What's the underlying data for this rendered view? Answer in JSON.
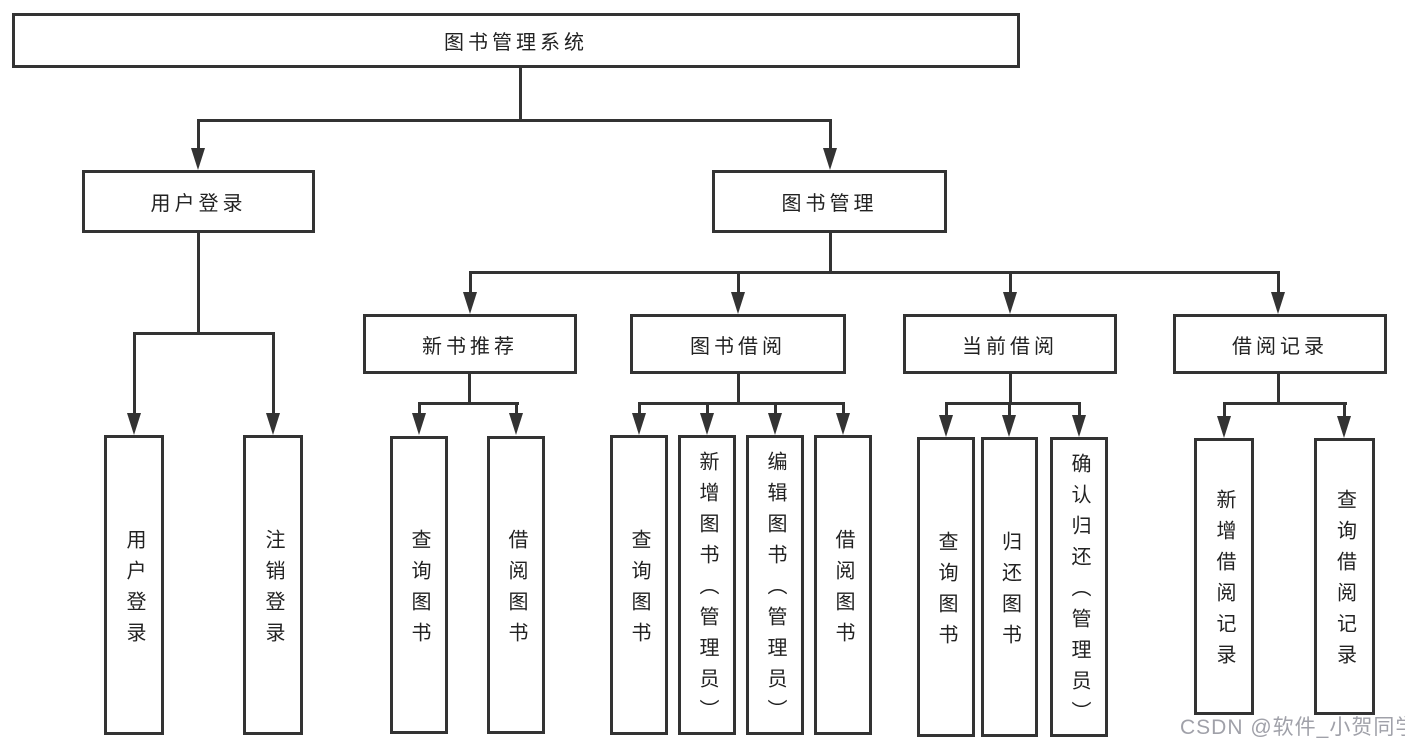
{
  "tree": {
    "root": {
      "label": "图书管理系统"
    },
    "branches": [
      {
        "label": "用户登录",
        "children": [
          {
            "label": "用户登录"
          },
          {
            "label": "注销登录"
          }
        ]
      },
      {
        "label": "图书管理",
        "children": [
          {
            "label": "新书推荐",
            "children": [
              {
                "label": "查询图书"
              },
              {
                "label": "借阅图书"
              }
            ]
          },
          {
            "label": "图书借阅",
            "children": [
              {
                "label": "查询图书"
              },
              {
                "label": "新增图书（管理员）"
              },
              {
                "label": "编辑图书（管理员）"
              },
              {
                "label": "借阅图书"
              }
            ]
          },
          {
            "label": "当前借阅",
            "children": [
              {
                "label": "查询图书"
              },
              {
                "label": "归还图书"
              },
              {
                "label": "确认归还（管理员）"
              }
            ]
          },
          {
            "label": "借阅记录",
            "children": [
              {
                "label": "新增借阅记录"
              },
              {
                "label": "查询借阅记录"
              }
            ]
          }
        ]
      }
    ]
  },
  "watermark": {
    "text": "CSDN @软件_小贺同学"
  },
  "colors": {
    "line": "#333333",
    "text": "#222222",
    "watermark": "#a0a1a9",
    "background": "#ffffff"
  }
}
